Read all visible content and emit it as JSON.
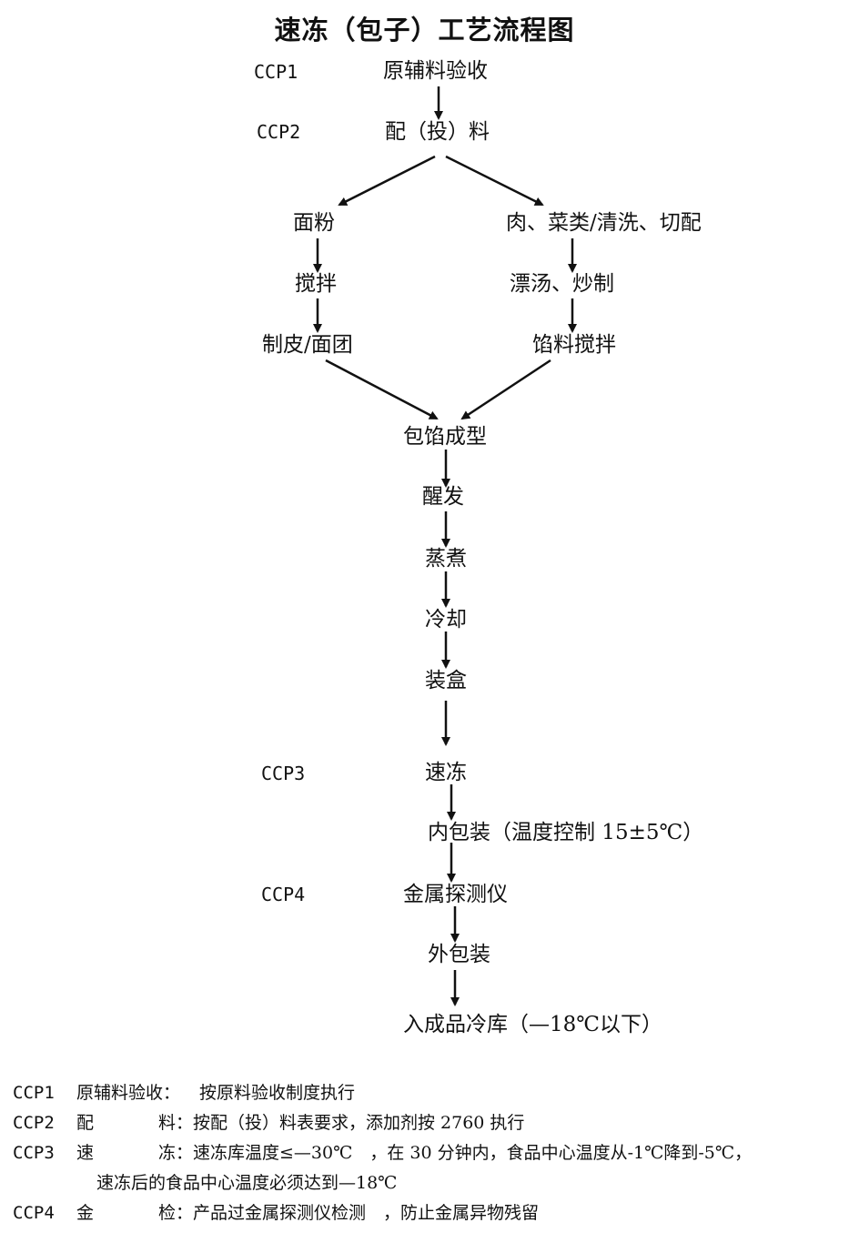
{
  "title": "速冻（包子）工艺流程图",
  "ccp_labels": {
    "ccp1": "CCP1",
    "ccp2": "CCP2",
    "ccp3": "CCP3",
    "ccp4": "CCP4"
  },
  "nodes": {
    "raw_material_inspection": "原辅料验收",
    "ingredient_mixing": "配（投）料",
    "flour": "面粉",
    "meat_vegetable_prep": "肉、菜类/清洗、切配",
    "dough_stirring": "搅拌",
    "blanch_fry": "漂汤、炒制",
    "wrapper_dough": "制皮/面团",
    "filling_stirring": "馅料搅拌",
    "wrapping_forming": "包馅成型",
    "proofing": "醒发",
    "steaming": "蒸煮",
    "cooling": "冷却",
    "boxing": "装盒",
    "quick_freezing": "速冻",
    "inner_packaging": "内包装（温度控制 15±5℃）",
    "metal_detector": "金属探测仪",
    "outer_packaging": "外包装",
    "cold_storage": "入成品冷库（—18℃以下）"
  },
  "notes": [
    {
      "code": "CCP1",
      "name": "原辅料验收：",
      "text": "按原料验收制度执行"
    },
    {
      "code": "CCP2",
      "name": "配",
      "text": "料：按配（投）料表要求，添加剂按 2760 执行"
    },
    {
      "code": "CCP3",
      "name": "速",
      "text": "冻：速冻库温度≤—30℃　，在 30 分钟内，食品中心温度从-1℃降到-5℃，",
      "continuation": "速冻后的食品中心温度必须达到—18℃"
    },
    {
      "code": "CCP4",
      "name": "金",
      "text": "检：产品过金属探测仪检测　，防止金属异物残留"
    }
  ]
}
